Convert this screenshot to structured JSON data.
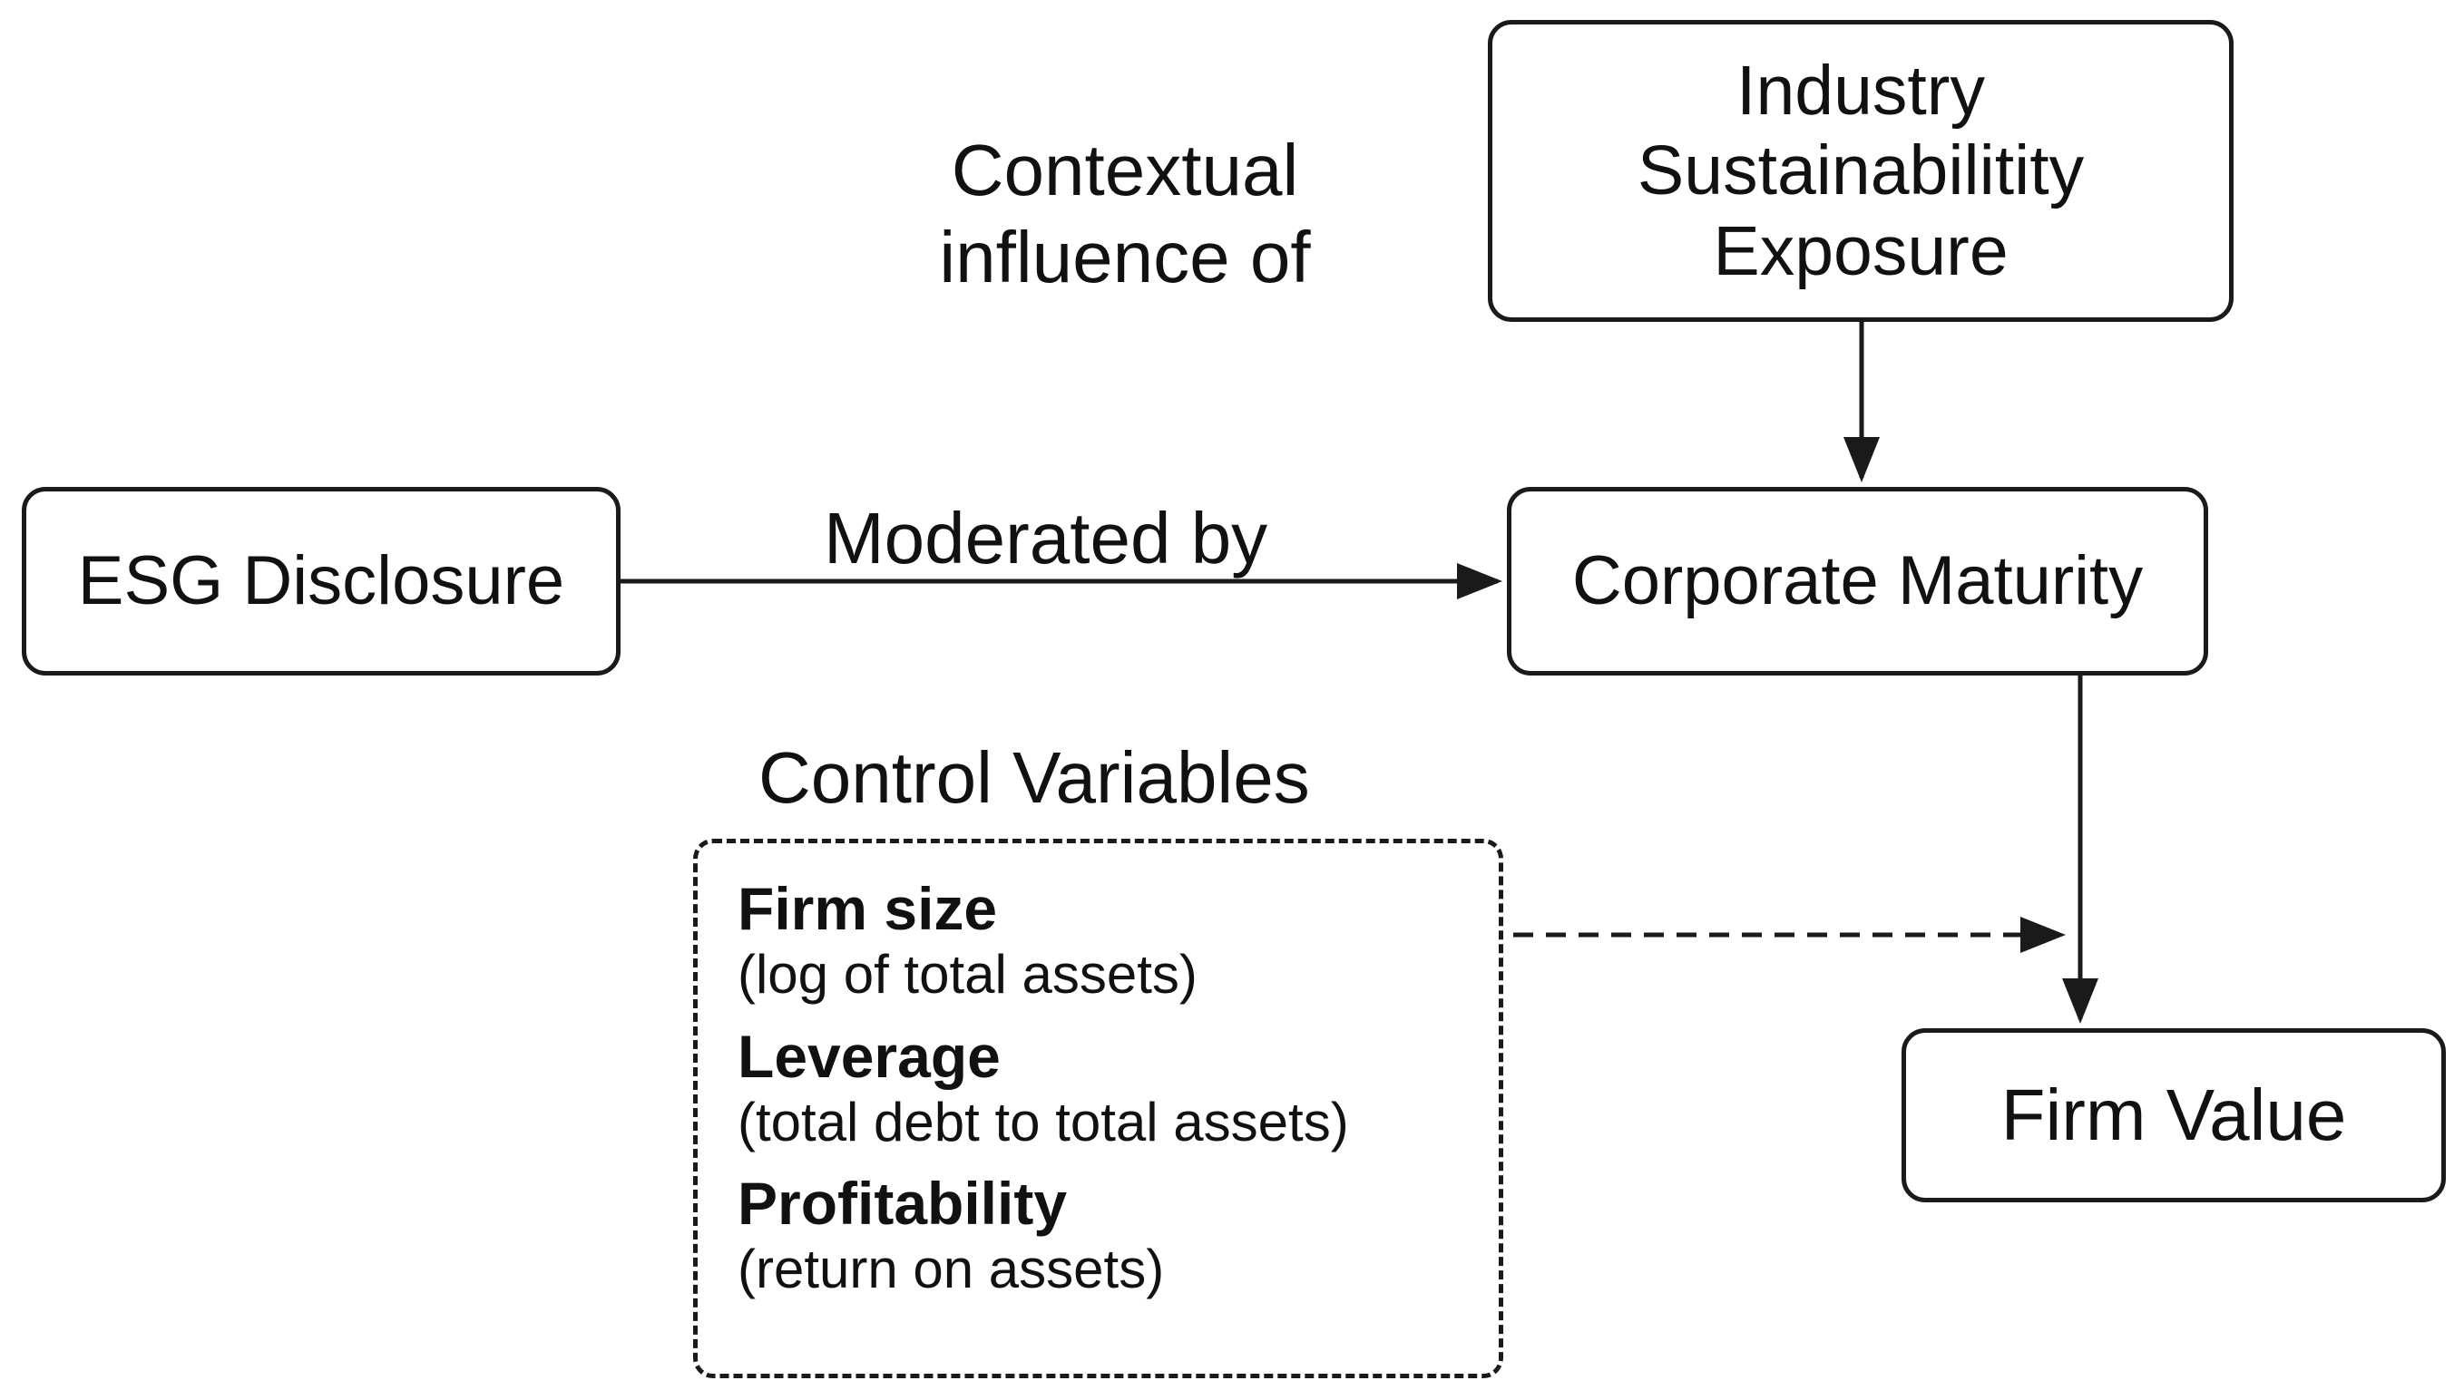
{
  "diagram": {
    "nodes": {
      "industry": [
        "Industry",
        "Sustainabilitity",
        "Exposure"
      ],
      "esg": "ESG Disclosure",
      "maturity": "Corporate Maturity",
      "firm_value": "Firm Value"
    },
    "labels": {
      "contextual": [
        "Contextual",
        "influence of"
      ],
      "moderated_by": "Moderated by",
      "control_variables": "Control Variables"
    },
    "control_variables": [
      {
        "name": "Firm size",
        "description": "(log of total assets)"
      },
      {
        "name": "Leverage",
        "description": "(total debt to total assets)"
      },
      {
        "name": "Profitability",
        "description": "(return on assets)"
      }
    ],
    "edges": [
      {
        "from": "industry",
        "to": "maturity",
        "style": "solid"
      },
      {
        "from": "esg",
        "to": "maturity",
        "style": "solid"
      },
      {
        "from": "maturity",
        "to": "firm_value",
        "style": "solid"
      },
      {
        "from": "control_variables",
        "to": "firm_value",
        "style": "dashed"
      }
    ],
    "colors": {
      "stroke": "#1a1a1a",
      "background": "#ffffff"
    }
  }
}
